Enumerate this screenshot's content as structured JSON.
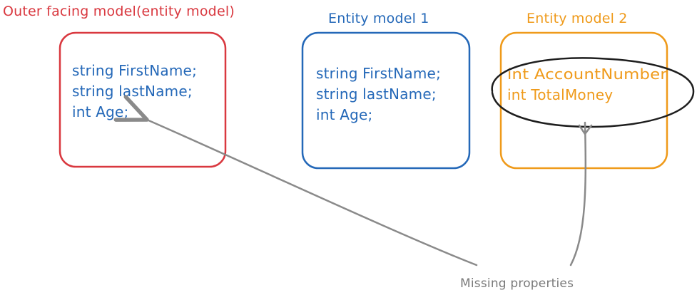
{
  "colors": {
    "red": "#d9383f",
    "blue": "#2468b8",
    "orange": "#ef9a1a",
    "black": "#1e1e1e",
    "gray": "#8a8a8a"
  },
  "outer_model": {
    "title": "Outer facing model(entity model)",
    "lines": [
      "string FirstName;",
      "string lastName;",
      "int Age;"
    ]
  },
  "entity_model_1": {
    "title": "Entity model 1",
    "lines": [
      "string FirstName;",
      "string lastName;",
      "int Age;"
    ]
  },
  "entity_model_2": {
    "title": "Entity model 2",
    "lines": [
      "int AccountNumber",
      "int TotalMoney"
    ]
  },
  "annotation": {
    "label": "Missing properties"
  }
}
